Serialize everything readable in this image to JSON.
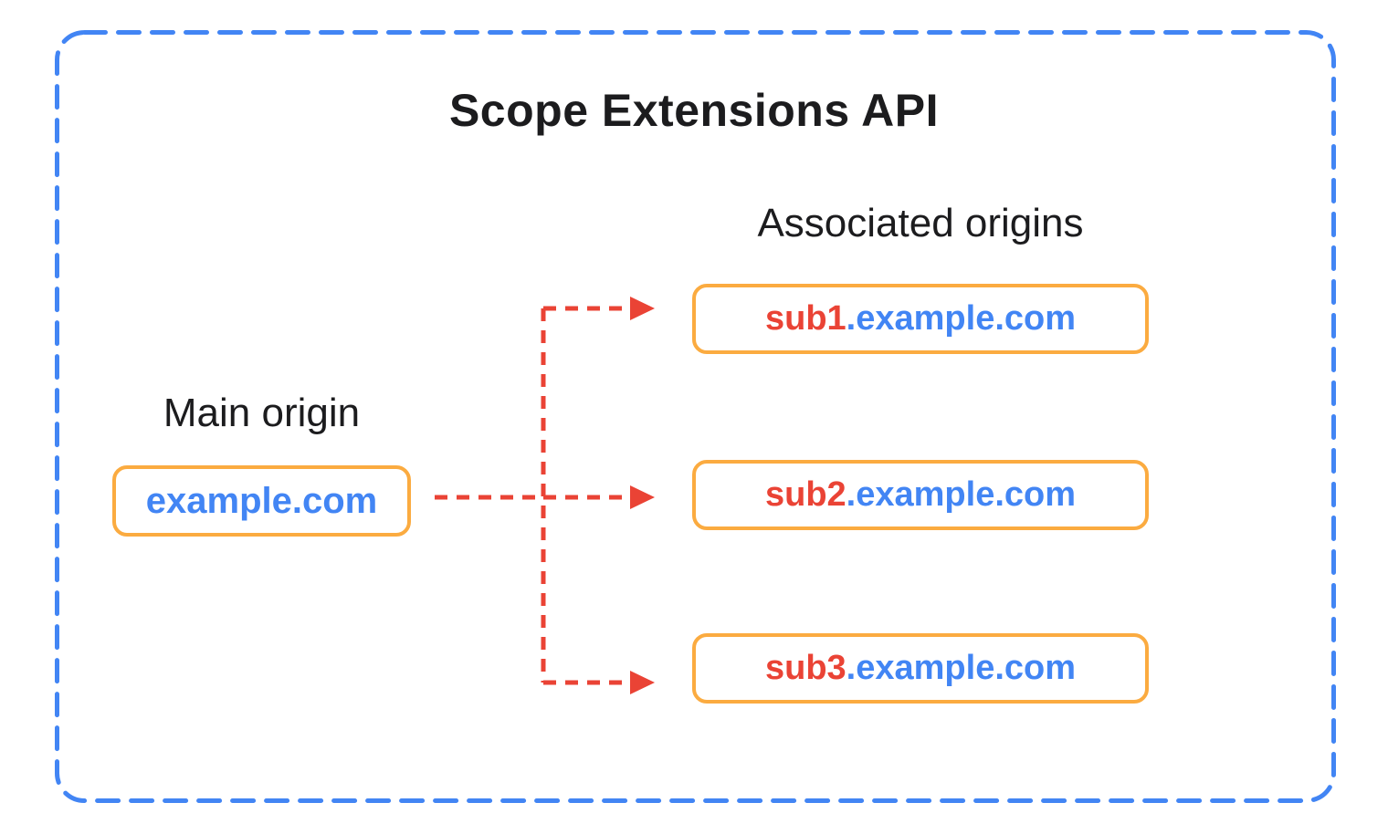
{
  "diagram": {
    "title": "Scope Extensions API",
    "main_origin": {
      "label": "Main origin",
      "domain": "example.com"
    },
    "associated_origins": {
      "label": "Associated origins",
      "items": [
        {
          "subdomain": "sub1",
          "suffix": ".example.com"
        },
        {
          "subdomain": "sub2",
          "suffix": ".example.com"
        },
        {
          "subdomain": "sub3",
          "suffix": ".example.com"
        }
      ]
    }
  },
  "colors": {
    "container-border": "#4285F4",
    "arrow-red": "#EA4335",
    "box-border-orange": "#FBAB40",
    "domain-blue": "#4285F4",
    "subdomain-red": "#EA4335",
    "text-dark": "#1C1C1E"
  }
}
